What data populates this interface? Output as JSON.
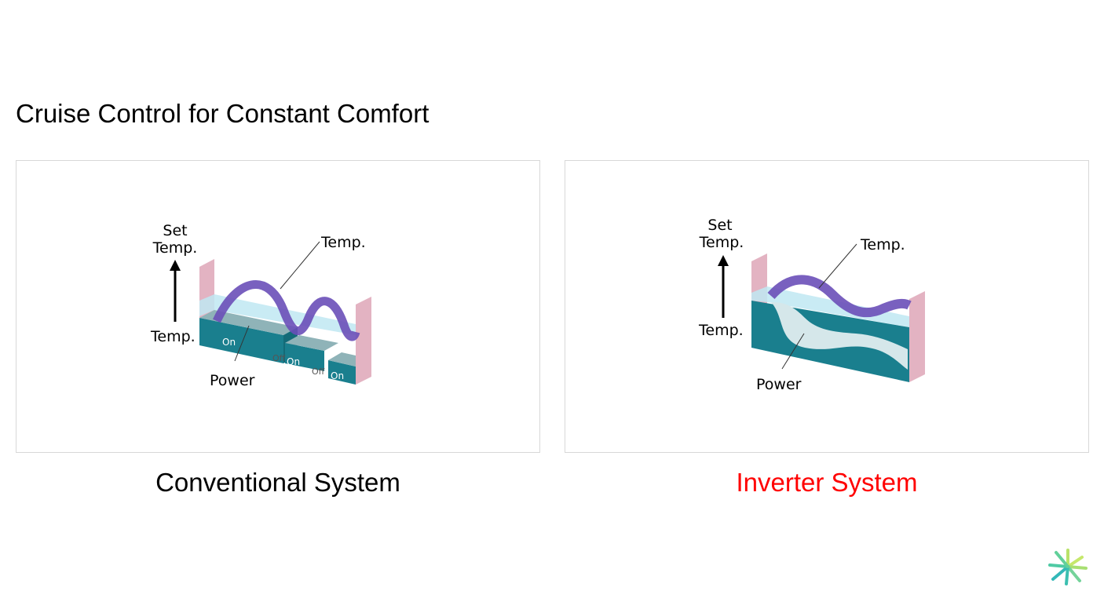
{
  "slide": {
    "title": "Cruise Control for Constant Comfort",
    "panels": [
      {
        "caption": "Conventional System",
        "caption_color": "#000000",
        "labels": {
          "set_temp_line1": "Set",
          "set_temp_line2": "Temp.",
          "temp_axis": "Temp.",
          "temp_curve": "Temp.",
          "power": "Power",
          "on_1": "On",
          "off_1": "Off",
          "on_2": "On",
          "off_2": "Off",
          "on_3": "On"
        }
      },
      {
        "caption": "Inverter System",
        "caption_color": "#ff0000",
        "labels": {
          "set_temp_line1": "Set",
          "set_temp_line2": "Temp.",
          "temp_axis": "Temp.",
          "temp_curve": "Temp.",
          "power": "Power"
        }
      }
    ],
    "logo": "snowflake-logo-icon",
    "colors": {
      "teal": "#1a7f8e",
      "purple": "#6a4fb8",
      "pink_wall": "#e3b3c2",
      "light_blue": "#bfe8f2"
    }
  }
}
